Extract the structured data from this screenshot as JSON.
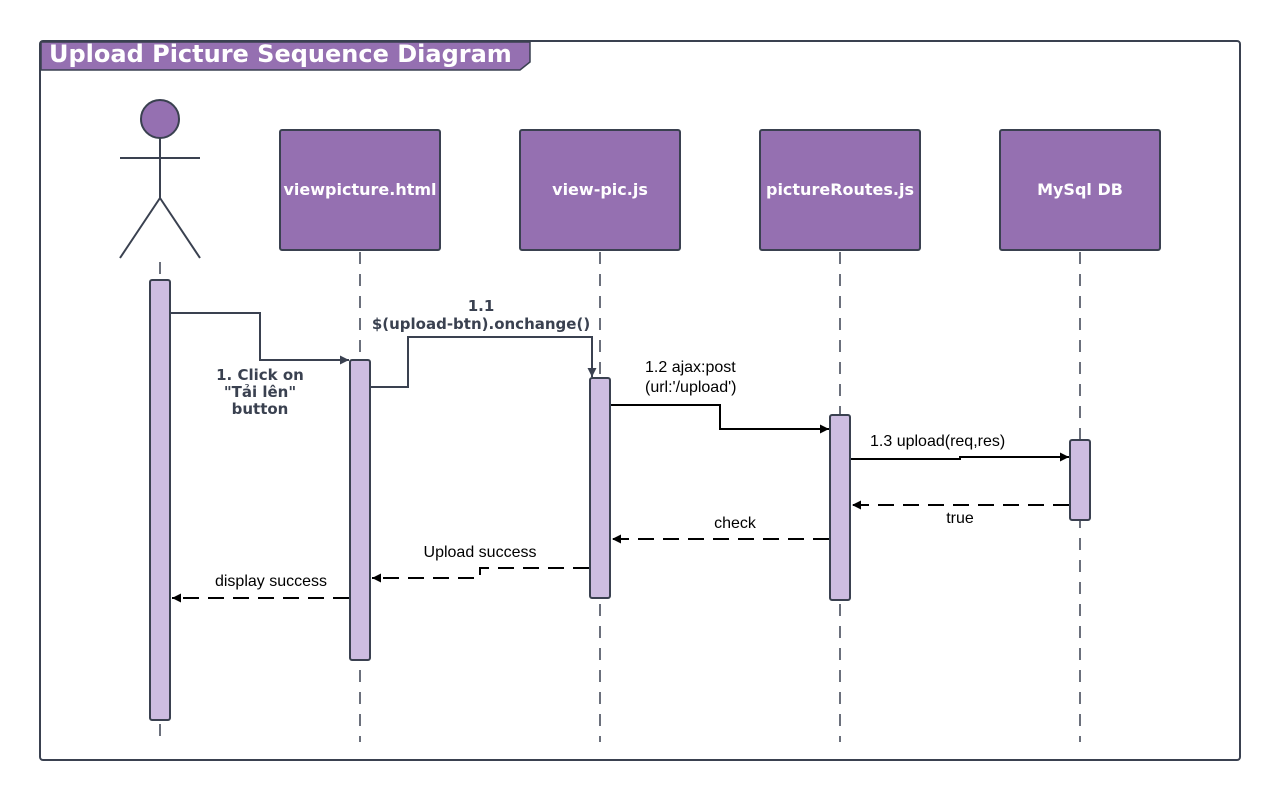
{
  "title": "Upload Picture Sequence Diagram",
  "participants": [
    {
      "id": "user",
      "label": "",
      "kind": "actor"
    },
    {
      "id": "viewpicture",
      "label": "viewpicture.html",
      "kind": "object"
    },
    {
      "id": "viewpic",
      "label": "view-pic.js",
      "kind": "object"
    },
    {
      "id": "routes",
      "label": "pictureRoutes.js",
      "kind": "object"
    },
    {
      "id": "db",
      "label": "MySql DB",
      "kind": "object"
    }
  ],
  "messages": [
    {
      "id": "m1",
      "line1": "1. Click on",
      "line2": "\"Tải lên\"",
      "line3": "button"
    },
    {
      "id": "m11",
      "line1": "1.1",
      "line2": "$(upload-btn).onchange()"
    },
    {
      "id": "m12",
      "line1": "1.2 ajax:post",
      "line2": "(url:'/upload')"
    },
    {
      "id": "m13",
      "label": "1.3 upload(req,res)"
    },
    {
      "id": "r_true",
      "label": "true"
    },
    {
      "id": "r_check",
      "label": "check"
    },
    {
      "id": "r_upload",
      "label": "Upload success"
    },
    {
      "id": "r_display",
      "label": "display success"
    }
  ],
  "colors": {
    "frame": "#3a4150",
    "header": "#9570b1",
    "box": "#9570b1",
    "box_border": "#3a4150",
    "activation": "#cdbde1",
    "line": "#000000",
    "text_dark": "#3a4150"
  }
}
